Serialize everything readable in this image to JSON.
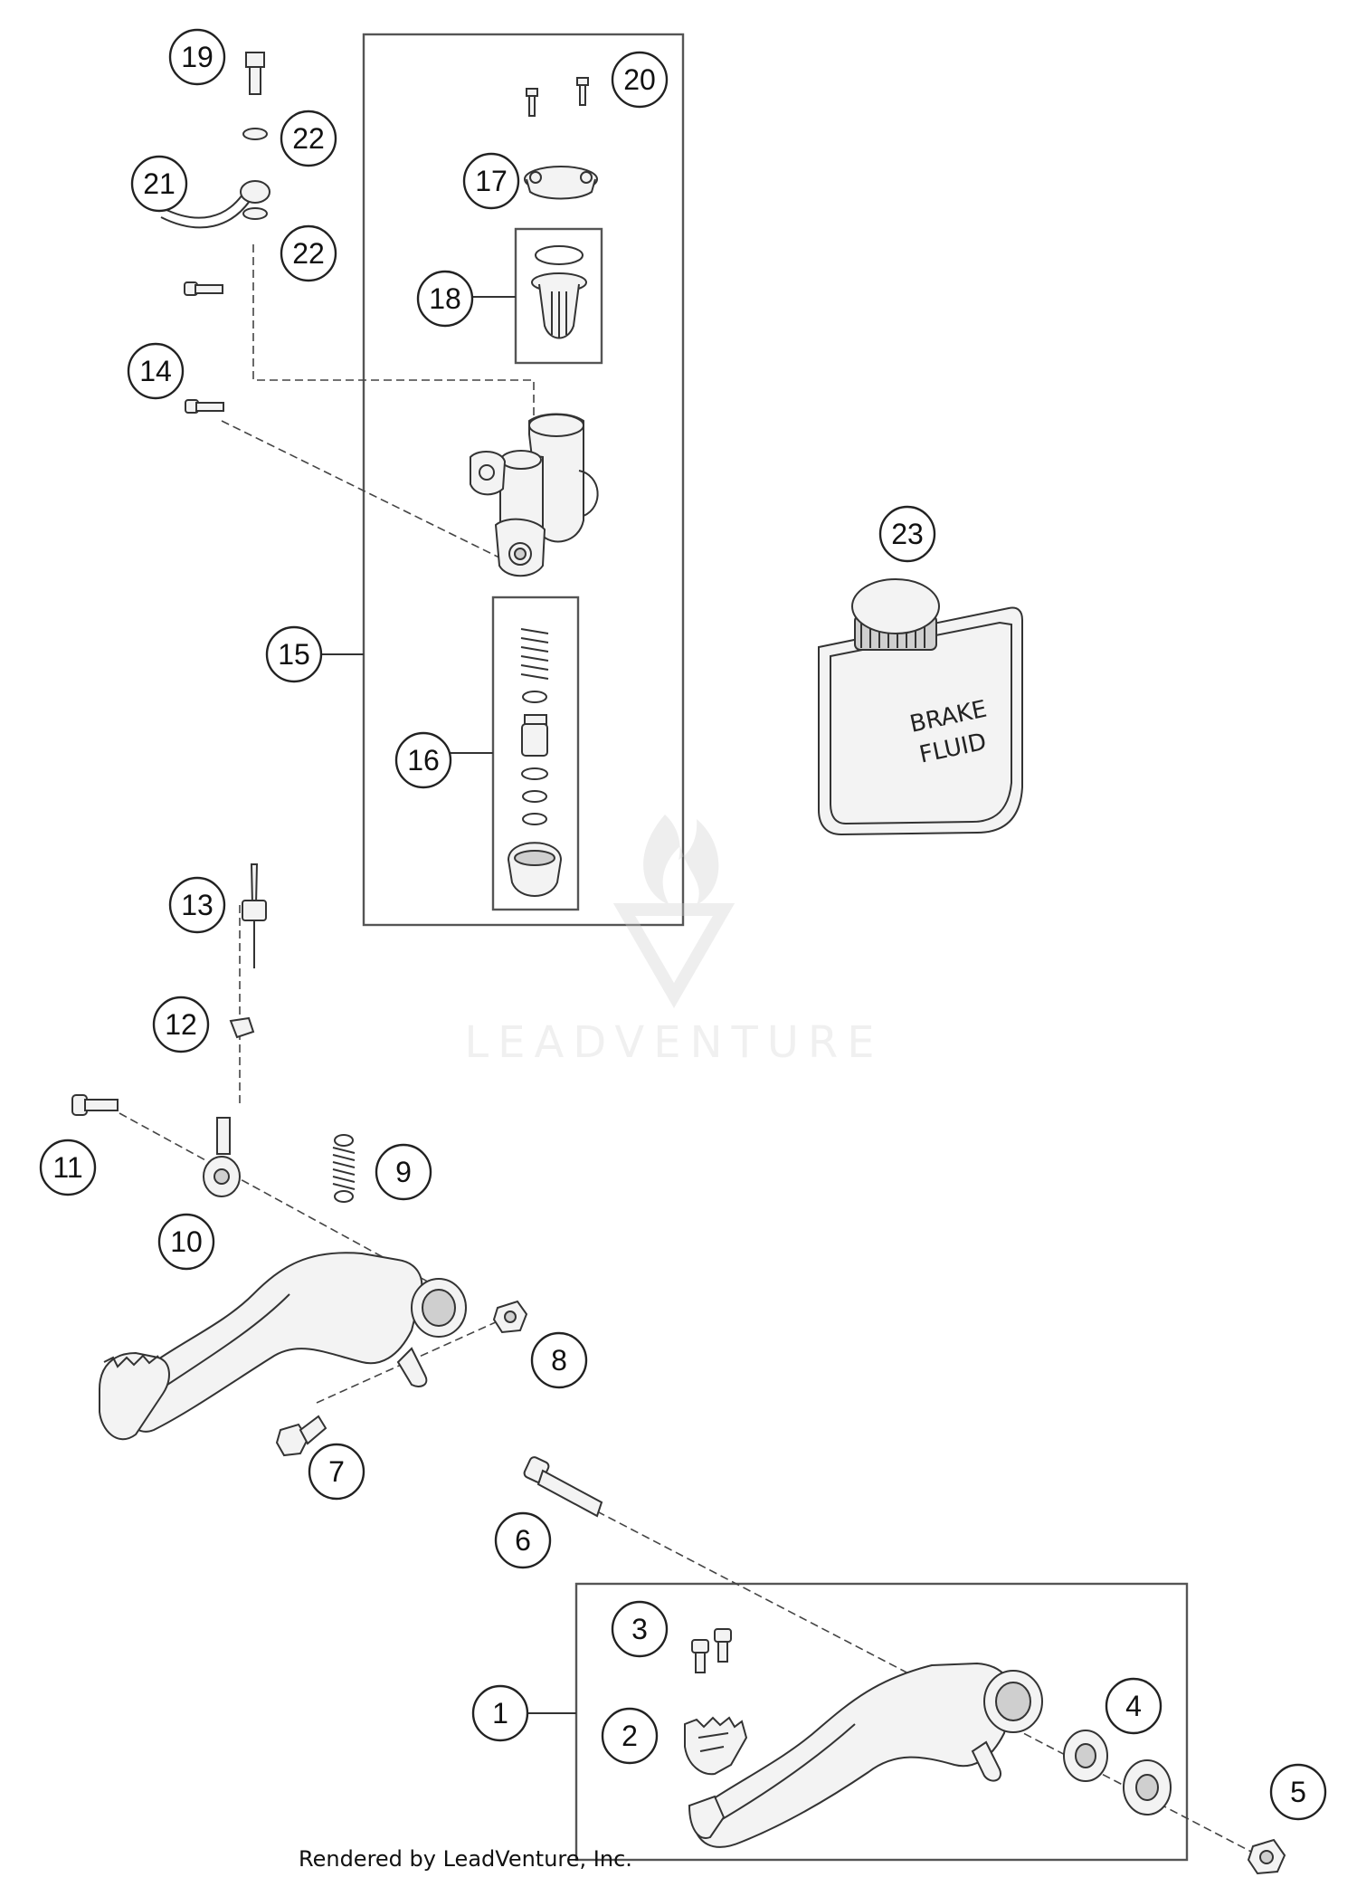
{
  "callouts": [
    "1",
    "2",
    "3",
    "4",
    "5",
    "6",
    "7",
    "8",
    "9",
    "10",
    "11",
    "12",
    "13",
    "14",
    "15",
    "16",
    "17",
    "18",
    "19",
    "20",
    "21",
    "22",
    "22",
    "23"
  ],
  "bottle_label": [
    "BRAKE",
    "FLUID"
  ],
  "watermark": "LEADVENTURE",
  "footer": "Rendered by LeadVenture, Inc."
}
